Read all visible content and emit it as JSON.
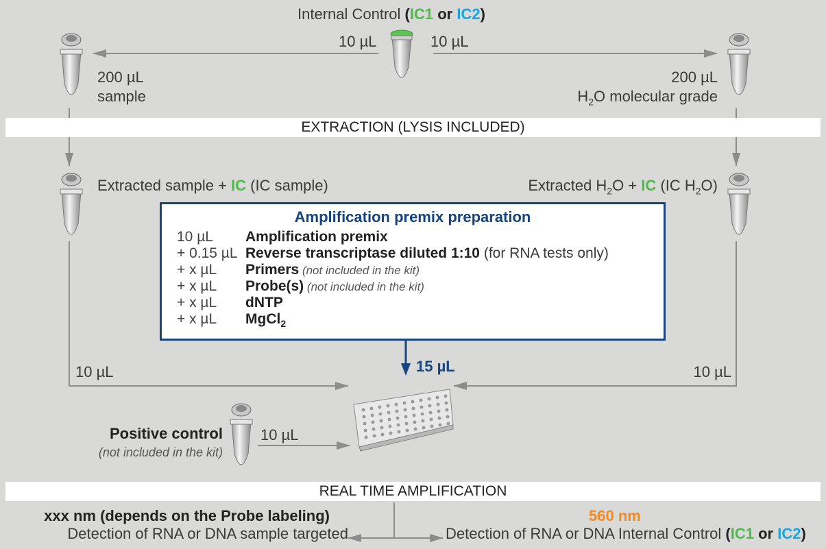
{
  "internal_control": {
    "prefix": "Internal Control ",
    "open": "(",
    "ic1": "IC1",
    "or": " or ",
    "ic2": "IC2",
    "close": ")"
  },
  "ic_left_volume": "10 µL",
  "ic_right_volume": "10 µL",
  "sample": {
    "volume": "200 µL",
    "label": "sample"
  },
  "water": {
    "volume": "200 µL",
    "label_pre": "H",
    "label_sub": "2",
    "label_post": "O molecular grade"
  },
  "extraction_banner": "EXTRACTION (LYSIS INCLUDED)",
  "extracted_sample": {
    "pre": "Extracted sample + ",
    "ic": "IC",
    "post": " (IC sample)"
  },
  "extracted_water": {
    "pre": "Extracted H",
    "sub": "2",
    "mid": "O + ",
    "ic": "IC",
    "post1": " (IC H",
    "sub2": "2",
    "post2": "O)"
  },
  "premix": {
    "title": "Amplification premix preparation",
    "rows": [
      {
        "amount": "10 µL",
        "name": "Amplification premix",
        "note": ""
      },
      {
        "amount": "+ 0.15 µL",
        "name": "Reverse transcriptase diluted 1:10",
        "note": " (for RNA tests only)"
      },
      {
        "amount": "+ x µL",
        "name": "Primers",
        "note": " (not included in the kit)"
      },
      {
        "amount": "+ x µL",
        "name": "Probe(s)",
        "note": " (not included in the kit)"
      },
      {
        "amount": "+ x µL",
        "name": "dNTP",
        "note": ""
      },
      {
        "amount": "+ x µL",
        "name": "MgCl",
        "sub": "2",
        "note": ""
      }
    ]
  },
  "premix_volume": "15 µL",
  "left_transfer": "10 µL",
  "right_transfer": "10 µL",
  "positive_control": {
    "title": "Positive control",
    "note": "(not included in the kit)",
    "volume": "10 µL"
  },
  "amplification_banner": "REAL TIME AMPLIFICATION",
  "detection_left": {
    "title": "xxx nm (depends on the Probe labeling)",
    "text": "Detection of RNA or DNA sample targeted"
  },
  "detection_right": {
    "title": "560 nm",
    "text": "Detection of RNA or DNA Internal Control ",
    "open": "(",
    "ic1": "IC1",
    "or": " or ",
    "ic2": "IC2",
    "close": ")"
  },
  "colors": {
    "accent": "#15447f",
    "green": "#4cbb4a",
    "blue": "#1aa4e0",
    "orange": "#f08a24",
    "arrow": "#8c8c8c"
  }
}
